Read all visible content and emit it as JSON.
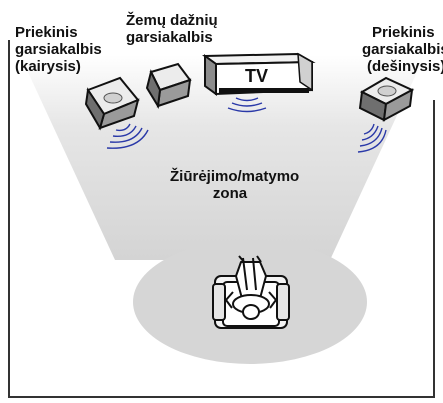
{
  "labels": {
    "front_left": [
      "Priekinis",
      "garsiakalbis",
      "(kairysis)"
    ],
    "subwoofer": [
      "Žemų dažnių",
      "garsiakalbis"
    ],
    "tv": "TV",
    "front_right": [
      "Priekinis",
      "garsiakalbis",
      "(dešinysis)"
    ],
    "viewing_zone": [
      "Žiūrėjimo/matymo",
      "zona"
    ]
  },
  "colors": {
    "wave": "#2a39a8",
    "floor": "#d9d9d9",
    "cone": "#dcdcdc",
    "outline": "#111111"
  }
}
